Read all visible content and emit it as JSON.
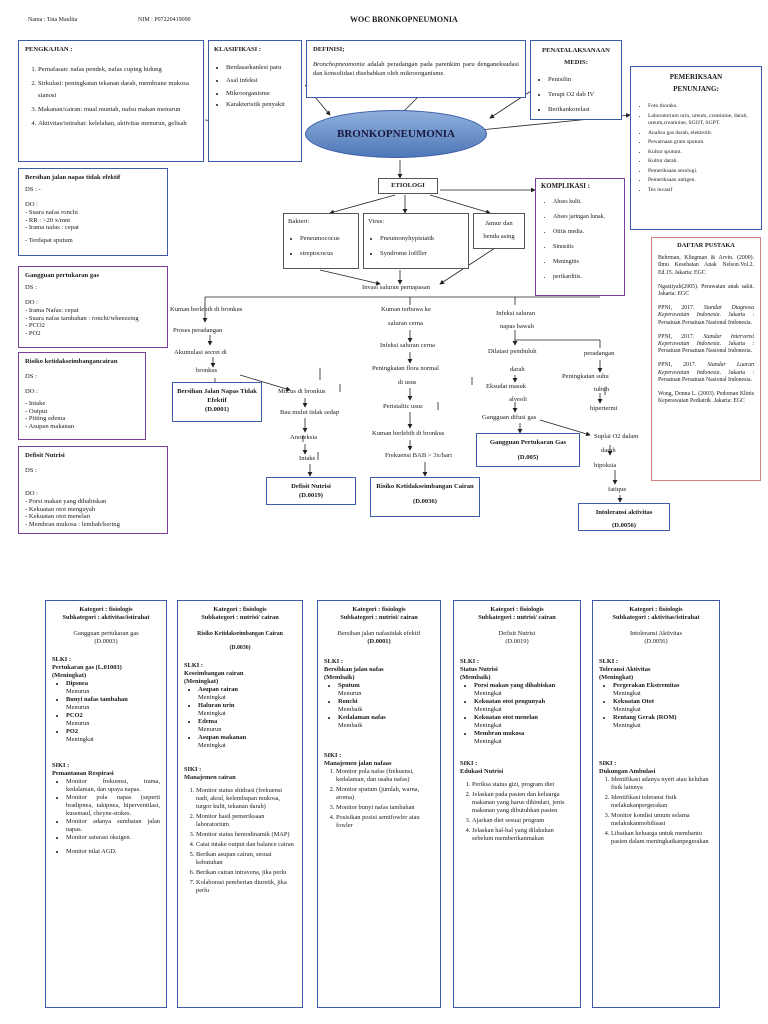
{
  "header": {
    "nama": "Nama : Tata Maulita",
    "nim": "NIM : P07220419090",
    "title": "WOC BRONKOPNEUMONIA"
  },
  "pengkajian": {
    "title": "PENGKAJIAN :",
    "items": [
      "Pernafasan: nafas pendek, nafas cuping hidung",
      "Sirkulasi: peningkatan tekanan darah, membrane mukosa sianosi",
      "Makanan/cairan: mual muntah, nafsu makan menurun",
      "Aktivitas/istirahat: kelelahan, aktivitas menurun, gelisah"
    ]
  },
  "klasifikasi": {
    "title": "KLASIFIKASI :",
    "items": [
      "Berdasarkanlesi paru",
      "Asal infeksi",
      "Mikroorganisme",
      "Karakteristik penyakit"
    ]
  },
  "definisi": {
    "title": "DEFINISI;",
    "term": "Bronchopneumonia",
    "text": " adalah peradangan pada parenkim paru denganeksudasi dan konsolidasi disebabkan oleh mikroorganisme."
  },
  "penatalaksanaan": {
    "title": "PENATALAKSANAAN MEDIS:",
    "items": [
      "Penisilin",
      "Terapi O2 dab IV",
      "Berikankorelasi"
    ]
  },
  "pemeriksaan": {
    "title": "PEMERIKSAAN PENUNJANG:",
    "items": [
      "Foto thoraks.",
      "Laboratorium urin, ureum, creatinine, darah, ureum,creatinine, SGOT, SGPT.",
      "Analisa gas darah, elektrolit.",
      "Pewarnaan gram sputum.",
      "Kultur sputum.",
      "Kultur darah.",
      "Pemeriksaan serologi.",
      "Pemeriksaan antigen.",
      "Tes invasif"
    ]
  },
  "center": {
    "label": "BRONKOPNEUMONIA"
  },
  "etiologi": "ETIOLOGI",
  "bakteri": {
    "title": "Bakteri:",
    "items": [
      "Peneumococus",
      "streptococus"
    ]
  },
  "virus": {
    "title": "Virus:",
    "items": [
      "Pneumonyhypistatik",
      "Syndrome loffller"
    ]
  },
  "jamur": "Jamur dan benda asing",
  "komplikasi": {
    "title": "KOMPLIKASI :",
    "items": [
      "Abses kulit.",
      "Abses jaringan lunak.",
      "Otitis media.",
      "Sinusitis",
      "Meningitis",
      "perikarditis."
    ]
  },
  "daftar": {
    "title": "DAFTAR PUSTAKA",
    "refs": [
      {
        "pre": "Behrman, Kliegman & Arvin. (2000). Ilmu Kesehatan Anak Nelson.Vol.2. Ed.15. Jakarta: EGC",
        "it": "",
        "post": ""
      },
      {
        "pre": "Ngastiyah(2005). Perawatan anak sakit. Jakarta: EGC",
        "it": "",
        "post": ""
      },
      {
        "pre": "PPNI, 2017. ",
        "it": "Standar Diagnosa Keperawatan Indonesia",
        "post": ". Jakarta : Persatuan Persatuan Nasional Indonesia."
      },
      {
        "pre": "PPNI, 2017. ",
        "it": "Standar Intervensi Keperawatan Indonesia",
        "post": ". Jakarta : Persatuan Persatuan Nasional Indonesia."
      },
      {
        "pre": "PPNI, 2017. ",
        "it": "Standar Luaran Keperawatan Indonesia",
        "post": ". Jakarta : Persatuan Persatuan Nasional Indonesia."
      },
      {
        "pre": "Wong, Donna L. (2003). Pedoman Klinis Keperawatan Pediatrik .Jakarta: EGC",
        "it": "",
        "post": ""
      }
    ]
  },
  "ds_boxes": {
    "bersihan": {
      "title": "Bersihan jalan napas tidak efektif",
      "ds": "DS : -",
      "do": "DO :",
      "items": [
        "Suara nafas ronchi",
        "RR : >20 x/mnt",
        "Irama nafas : cepat",
        "Terdapat sputum"
      ]
    },
    "gangguan": {
      "title": "Gangguan pertukaran gas",
      "ds": "DS :",
      "do": "DO :",
      "items": [
        "Irama Nafas: cepat",
        "Suara nafas tambahan : ronchi/wheezeing",
        "PCO2",
        "PO2"
      ]
    },
    "risiko": {
      "title": "Risiko ketidakseimbangancairan",
      "ds": "DS :",
      "do": "DO :",
      "items": [
        "Intake",
        "Output",
        "Pitting edema",
        "Asupan makanan"
      ]
    },
    "defisit": {
      "title": "Defisit Nutrisi",
      "ds": "DS :",
      "do": "DO :",
      "items": [
        "Porsi makan yang dihabiskan",
        "Kekuatan otot menguyah",
        "Kekuatan otot menelan",
        "Membran mukosa : lembab/kering"
      ]
    }
  },
  "flow": {
    "invasi": "Invasi saluran pernapasan",
    "left": [
      "Kuman berlebih di bronkus",
      "Proses peradangan",
      "Akumulasi secret di",
      "bronkus",
      "Mucus di bronkus",
      "Bau mulut tidak sedap",
      "Anoreksia",
      "Intake"
    ],
    "mid": [
      "Kuman terbawa ke",
      "saluran cerna",
      "Infeksi saluran cerna",
      "Peningkatan flora normal",
      "di usus",
      "Peristaltic usus",
      "Kuman berlebih di bronkus",
      "Frekuensi BAB > 3x/hari"
    ],
    "right": [
      "Infeksi saluran",
      "napas bawah",
      "Dilatasi pembuluh",
      "darah",
      "Eksudat masuk",
      "alveoli",
      "Gangguan difusi gas",
      "peradangan",
      "Peningkatan suhu",
      "tubuh",
      "hipertermi",
      "Suplai O2 dalam",
      "darah",
      "hipoksia",
      "fatique"
    ]
  },
  "diagnoses": {
    "bersihan": {
      "name": "Bersihan Jalan Napas Tidak Efektif",
      "code": "(D.0001)"
    },
    "defisit": {
      "name": "Defisit Nutrisi",
      "code": "(D.0019)"
    },
    "risiko": {
      "name": "Risiko Ketidakseimbangan Cairan",
      "code": "(D.0036)"
    },
    "gangguan": {
      "name": "Gangguan Pertukaran Gas",
      "code": "(D.005)"
    },
    "intoleransi": {
      "name": "Intoleransi aktivitas",
      "code": "(D.0056)"
    }
  },
  "plans": [
    {
      "kategori": "Kategori : fisiologis",
      "sub": "Subkategori : aktivitas/istirahat",
      "diag": "Gangguan pertukaran gas",
      "code": "(D.0003)",
      "slki_title": "SLKI :",
      "slki_name": "Pertukaran gas (L.01003)",
      "slki_sub": "(Meningkat)",
      "slki_items": [
        {
          "k": "Dipsnea",
          "v": "Menurun"
        },
        {
          "k": "Bunyi nafas tambahan",
          "v": "Menurun"
        },
        {
          "k": "PCO2",
          "v": "Menurun"
        },
        {
          "k": "PO2",
          "v": "Meningkat"
        }
      ],
      "siki_title": "SIKI :",
      "siki_name": "Pemantauan Respirasi",
      "siki_items": [
        "Monitor frekuensi, irama, kedalaman, dan upaya napas.",
        "Monitor pola napas (seperti bradipnea, takipnea, hiperventilasi, kussmaul, cheyne-stokes.",
        "Monitor adanya sumbatan jalan napas.",
        "Monitor saturasi oksigen.",
        "Monitor nilai AGD."
      ]
    },
    {
      "kategori": "Kategori : fisiologis",
      "sub": "Subkategori : nutrisi/ cairan",
      "diag": "Risiko Ketidakseimbangan Cairan",
      "code": "(D.0036)",
      "slki_title": "SLKI :",
      "slki_name": "Keseimbangan cairan",
      "slki_sub": "(Meningkat)",
      "slki_items": [
        {
          "k": "Asupan cairan",
          "v": "Meningkat"
        },
        {
          "k": "Haluran urin",
          "v": "Meningkat"
        },
        {
          "k": "Edema",
          "v": "Menurun"
        },
        {
          "k": "Asupan makanan",
          "v": "Meningkat"
        }
      ],
      "siki_title": "SIKI :",
      "siki_name": "Manajemen cairan",
      "siki_items": [
        "Monitor status shidrasi (frekuensi nadi, akral, kelembapan mukosa, turgor kulit, tekanan darah)",
        "Monitor hasil pemeriksaan laboratorium",
        "Monitor status hemodinamik (MAP)",
        "Catat intake output dan balance cairan",
        "Berikan asupan cairan, sesuai kebutuhan",
        "Berikan cairan intravena, jika perlu",
        "Kolaborasi pemberian diuretik, jika perlu"
      ]
    },
    {
      "kategori": "Kategori : fisiologis",
      "sub": "Subkategori : nutrisi/ cairan",
      "diag": "Bersihan jalan nafastidak efektif",
      "code": "(D.0001)",
      "slki_title": "SLKI :",
      "slki_name": "Bersihkan jalan nafas",
      "slki_sub": "(Membaik)",
      "slki_items": [
        {
          "k": "Sputum",
          "v": "Menurun"
        },
        {
          "k": "Ronchi",
          "v": "Membaik"
        },
        {
          "k": "Kedalaman nafas",
          "v": "Membaik"
        }
      ],
      "siki_title": "SIKI :",
      "siki_name": "Manajemen jalan nafaas",
      "siki_items": [
        "Monitor pola nafas (frekuensi, kedalaman, dan usaha nafas)",
        "Monitor sputum (jumlah, warna, aroma)",
        "Monitor bunyi nafas tambahan",
        "Posisikan posisi semifowler atau fowler"
      ]
    },
    {
      "kategori": "Kategori : fisiologis",
      "sub": "Subkategori : nutrisi/ cairan",
      "diag": "Defisit Nutrisi",
      "code": "(D.0019)",
      "slki_title": "SLKI :",
      "slki_name": "Status Nutrisi",
      "slki_sub": "(Membaik)",
      "slki_items": [
        {
          "k": "Porsi makan yang dihabiskan",
          "v": "Meningkat"
        },
        {
          "k": "Kekuatan otot pengunyah",
          "v": "Meningkat"
        },
        {
          "k": "Kekuatan otot menelan",
          "v": "Meningkat"
        },
        {
          "k": "Membran mukosa",
          "v": "Meningkat"
        }
      ],
      "siki_title": "SIKI :",
      "siki_name": "Edukasi Nutrisi",
      "siki_items": [
        "Periksa status gizi, program diet",
        "Jelaskan pada pasien dan keluarga makanan yang harus dihindari, jenis makanan yang dibutuhkan pasien",
        "Ajarkan diet sesuai program",
        "Jelaskan hal-hal yang dilakukan sebelum memberikanmakan"
      ]
    },
    {
      "kategori": "Kategori : fisiologis",
      "sub": "Subkategori : aktivitas/istirahat",
      "diag": "Intoleransi Aktivitas",
      "code": "(D.0056)",
      "slki_title": "SLKI :",
      "slki_name": "Toleransi Aktivitas",
      "slki_sub": "(Meningkat)",
      "slki_items": [
        {
          "k": "Pergerakan Ekstremitas",
          "v": "Meningkat"
        },
        {
          "k": "Kekuatan Otot",
          "v": "Meningkat"
        },
        {
          "k": "Rentang Gerak (ROM)",
          "v": "Meningkat"
        }
      ],
      "siki_title": "SIKI :",
      "siki_name": "Dukungan Ambulasi",
      "siki_items": [
        "Identifikasi adanya nyeri atau keluhan fisik lainnya",
        "Identifikasi toleransi fisik melakukanpergerakan",
        "Monitor kondisi umum selama melakukanmobilisasi",
        "Libatkan keluarga untuk membantu pasien dalam meningkatkanpegerakan"
      ]
    }
  ]
}
